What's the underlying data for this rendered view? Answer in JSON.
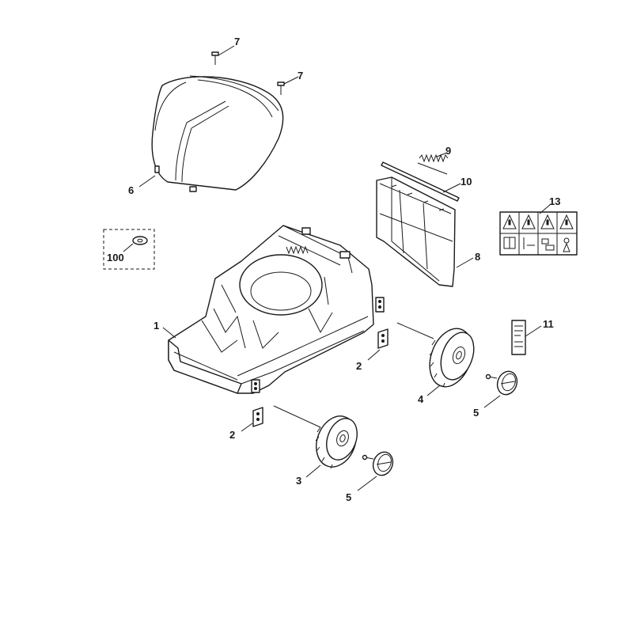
{
  "labels": {
    "p1": "1",
    "p2a": "2",
    "p2b": "2",
    "p3": "3",
    "p4": "4",
    "p5a": "5",
    "p5b": "5",
    "p6": "6",
    "p7a": "7",
    "p7b": "7",
    "p8": "8",
    "p9": "9",
    "p10": "10",
    "p11": "11",
    "p13": "13",
    "p100": "100"
  },
  "colors": {
    "line": "#1a1a1a",
    "background": "#ffffff"
  }
}
